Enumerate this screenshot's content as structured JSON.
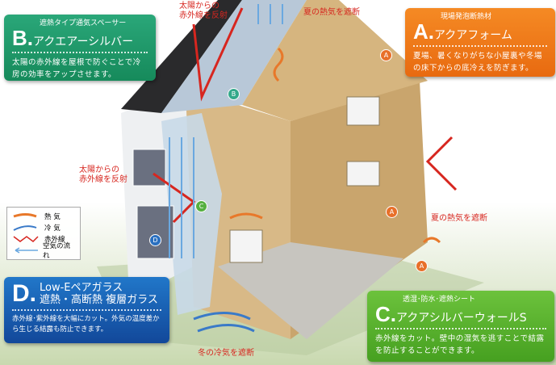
{
  "cards": {
    "b": {
      "letter": "B.",
      "subtitle": "遮熱タイプ通気スペーサー",
      "name": "アクエアーシルバー",
      "description": "太陽の赤外線を屋根で防ぐことで冷房の効率をアップさせます。",
      "color": "#1e9a6a"
    },
    "a": {
      "letter": "A.",
      "subtitle": "現場発泡断熱材",
      "name": "アクアフォーム",
      "description": "夏場、暑くなりがちな小屋裏や冬場の床下からの底冷えを防ぎます。",
      "color": "#f07a1a"
    },
    "d": {
      "letter": "D.",
      "name_line1": "Low-Eペアガラス",
      "name_line2": "遮熱・高断熱 複層ガラス",
      "description": "赤外線･紫外線を大幅にカット。外気の温度差から生じる結露も防止できます。",
      "color": "#1a5fb0"
    },
    "c": {
      "letter": "C.",
      "subtitle": "透湿･防水･遮熱シート",
      "name": "アクアシルバーウォールS",
      "description": "赤外線をカット。壁中の湿気を逃すことで結露を防止することができます。",
      "color": "#5cb532"
    }
  },
  "callouts": {
    "roof_reflect": "太陽からの\n赤外線を反射",
    "wall_reflect": "太陽からの\n赤外線を反射",
    "summer_heat_top": "夏の熱気を遮断",
    "summer_heat_side": "夏の熱気を遮断",
    "winter_cold": "冬の冷気を遮断"
  },
  "markers": {
    "a1": "A",
    "a2": "A",
    "a3": "A",
    "b": "B",
    "c": "C",
    "d": "D"
  },
  "legend": [
    {
      "label": "熱 気",
      "icon": "heat-arrow-icon",
      "color": "#e8782a"
    },
    {
      "label": "冷 気",
      "icon": "cold-arrow-icon",
      "color": "#3a7ac8"
    },
    {
      "label": "赤外線",
      "icon": "infrared-zigzag-icon",
      "color": "#d7261f"
    },
    {
      "label": "空気の流れ",
      "icon": "airflow-arrow-icon",
      "color": "#6aa8e0"
    }
  ]
}
